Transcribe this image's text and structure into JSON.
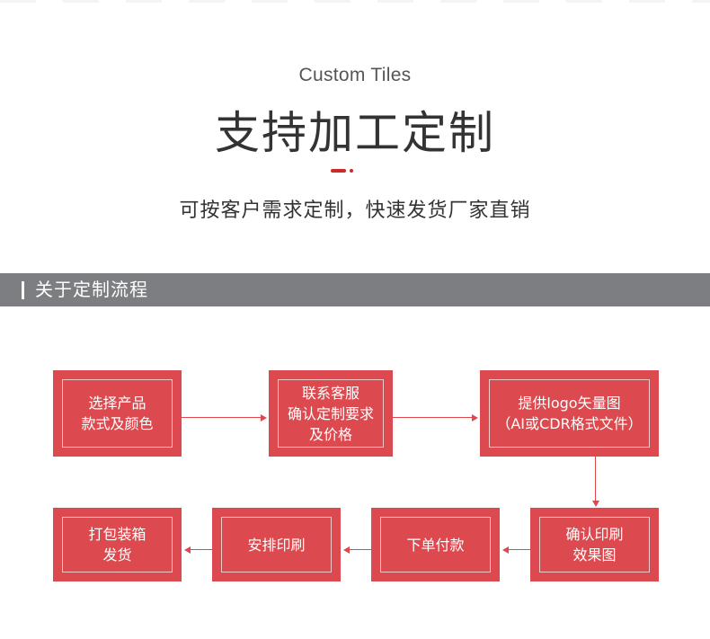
{
  "header": {
    "subtitle_en": "Custom Tiles",
    "title": "支持加工定制",
    "tagline": "可按客户需求定制，快速发货厂家直销",
    "accent_color": "#cf2a2a"
  },
  "section": {
    "title": "关于定制流程",
    "bar_color": "#7d7e82"
  },
  "flow": {
    "box_color": "#dc4a4f",
    "steps": [
      {
        "text": "选择产品\n款式及颜色"
      },
      {
        "text": "联系客服\n确认定制要求\n及价格"
      },
      {
        "text": "提供logo矢量图\n（AI或CDR格式文件）"
      },
      {
        "text": "确认印刷\n效果图"
      },
      {
        "text": "下单付款"
      },
      {
        "text": "安排印刷"
      },
      {
        "text": "打包装箱\n发货"
      }
    ]
  }
}
